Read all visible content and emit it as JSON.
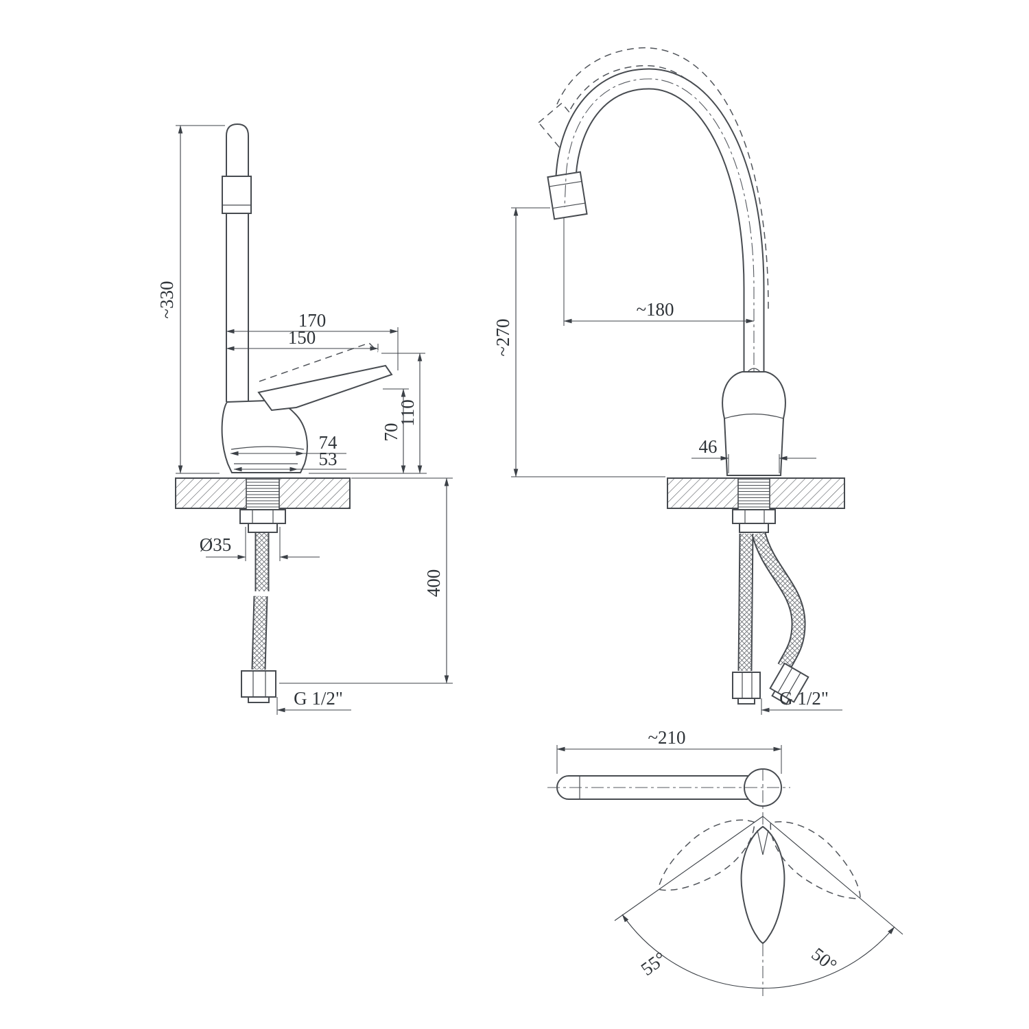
{
  "drawing": {
    "kind": "kitchen-faucet-technical-drawing",
    "views": {
      "side": {
        "dims": {
          "total_height": "~330",
          "spout_reach_outer": "170",
          "spout_reach": "150",
          "handle_height": "110",
          "body_height": "70",
          "base_depth": "74",
          "base_width": "53",
          "mounting_hole": "Ø35",
          "hose_length": "400",
          "thread": "G 1/2\""
        }
      },
      "front": {
        "dims": {
          "outlet_height": "~270",
          "spout_reach": "~180",
          "body_width": "46",
          "thread": "G 1/2\""
        }
      },
      "top": {
        "dims": {
          "spout_reach": "~210",
          "swivel_angle_left": "55°",
          "swivel_angle_right": "50°"
        }
      }
    },
    "colors": {
      "line": "#474b50",
      "dimension": "#3c4147",
      "background": "#ffffff"
    }
  }
}
